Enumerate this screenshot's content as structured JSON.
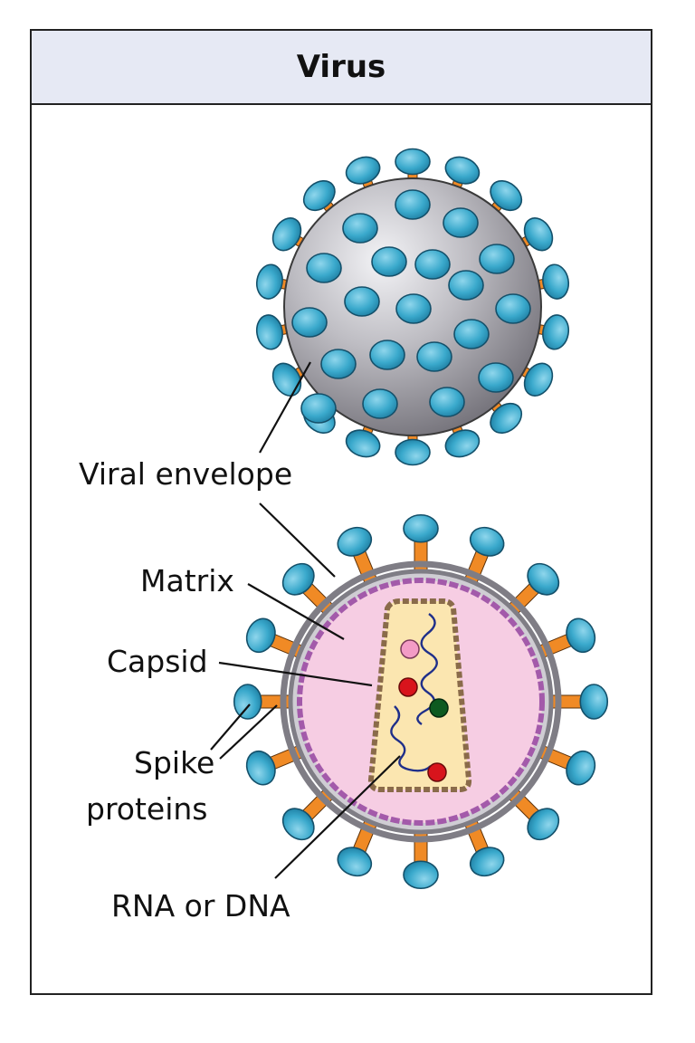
{
  "title": "Virus",
  "labels": {
    "viral_envelope": "Viral envelope",
    "matrix": "Matrix",
    "capsid": "Capsid",
    "spike_line1": "Spike",
    "spike_line2": "proteins",
    "genome": "RNA or DNA"
  },
  "colors": {
    "header_bg": "#e6e9f4",
    "envelope_gray": "#8e8c93",
    "spike_head": "#35a6c9",
    "spike_stalk": "#f08a25",
    "matrix_fill": "#f6cde3",
    "membrane_purple": "#a35aaa",
    "capsid_fill": "#fbe6b0",
    "capsid_border": "#8a6b4a",
    "genome_strand": "#1f2f8a",
    "dot_pink": "#f39cc6",
    "dot_red": "#d8141c",
    "dot_green": "#0d5a20"
  },
  "icons": [
    "virus-exterior-icon",
    "virus-cross-section-icon"
  ]
}
